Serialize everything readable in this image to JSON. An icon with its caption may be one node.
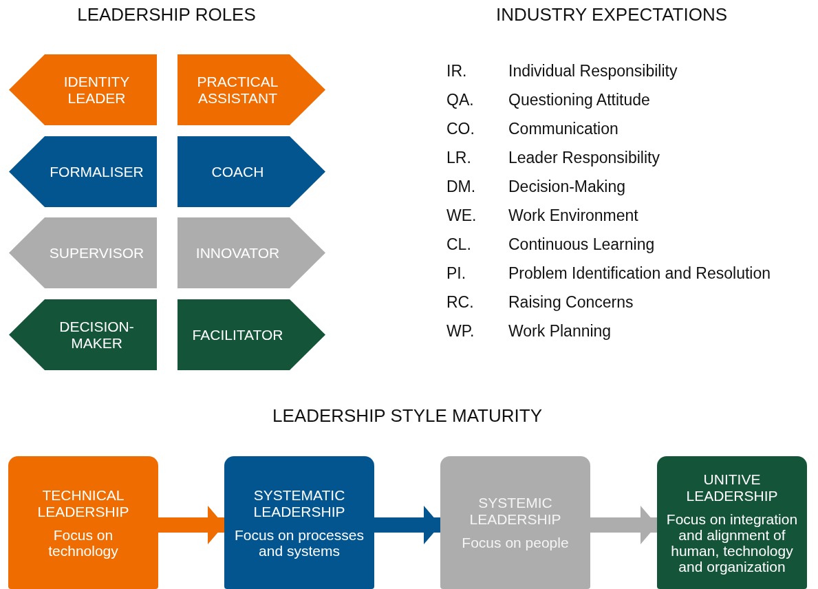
{
  "diagram": {
    "nodes": [
      {
        "text": [
          "IDENTITY LEADER"
        ]
      },
      {
        "text": [
          "PRACTICAL ASSISTANT"
        ]
      },
      {
        "text": [
          "FORMALISER"
        ]
      },
      {
        "text": [
          "COACH"
        ]
      },
      {
        "text": [
          "SUPERVISOR"
        ]
      },
      {
        "text": [
          "INNOVATOR"
        ]
      },
      {
        "text": [
          "DECISION- MAKER"
        ]
      },
      {
        "text": [
          "FACILITATOR"
        ]
      },
      {
        "text": [
          "TECHNICAL LEADERSHIP",
          "Focus on technology"
        ]
      },
      {
        "text": [
          "SYSTEMATIC LEADERSHIP",
          "Focus on processes and systems"
        ]
      },
      {
        "text": [
          "SYSTEMIC LEADERSHIP",
          "Focus on people"
        ]
      },
      {
        "text": [
          "UNITIVE LEADERSHIP",
          "Focus on integration and alignment of human, technology and organization"
        ]
      }
    ],
    "edges": [
      {
        "from": 8,
        "to": 9,
        "arrow": "to",
        "color": "#ef6c00"
      },
      {
        "from": 9,
        "to": 10,
        "arrow": "to",
        "color": "#02558f"
      },
      {
        "from": 10,
        "to": 11,
        "arrow": "to",
        "color": "#adadad"
      }
    ],
    "labels": [
      "LEADERSHIP ROLES",
      "INDUSTRY EXPECTATIONS",
      "IR.",
      "Individual Responsibility",
      "QA.",
      "Questioning Attitude",
      "CO.",
      "Communication",
      "LR.",
      "Leader Responsibility",
      "DM.",
      "Decision-Making",
      "WE.",
      "Work Environment",
      "CL.",
      "Continuous Learning",
      "PI.",
      "Problem Identification and Resolution",
      "RC.",
      "Raising Concerns",
      "WP.",
      "Work Planning",
      "LEADERSHIP STYLE MATURITY"
    ]
  }
}
